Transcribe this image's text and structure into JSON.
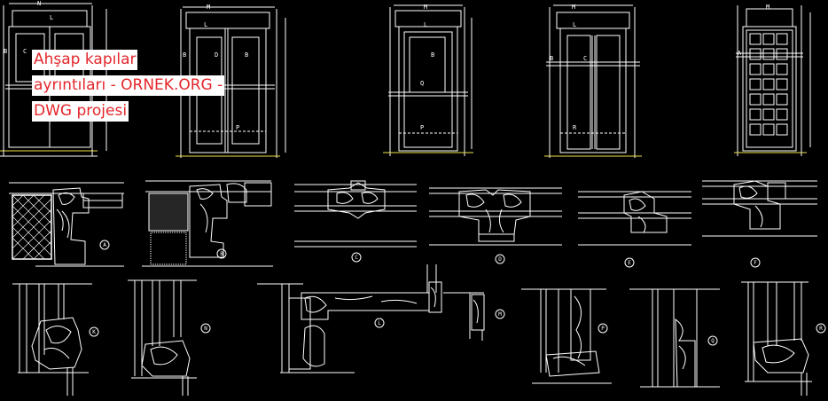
{
  "overlay": {
    "line1": "Ahşap kapılar",
    "line2": "ayrıntıları - ORNEK.ORG -",
    "line3": "DWG projesi"
  },
  "colors": {
    "background": "#000000",
    "lines": "#ffffff",
    "accent": "#f2e24a",
    "overlay_text": "#e3262b",
    "overlay_bg": "#ffffff"
  },
  "elevation_labels": {
    "e1": [
      "N",
      "L",
      "B",
      "C"
    ],
    "e2": [
      "M",
      "L",
      "B",
      "D",
      "B",
      "P"
    ],
    "e3": [
      "M",
      "L",
      "B",
      "Q",
      "P"
    ],
    "e4": [
      "M",
      "L",
      "B",
      "C",
      "R"
    ],
    "e5": [
      "M",
      "A"
    ]
  },
  "section_labels": {
    "top": [
      "A",
      "B",
      "C",
      "D",
      "E",
      "F"
    ],
    "bottom": [
      "K",
      "N",
      "L",
      "M",
      "P",
      "Q",
      "R"
    ]
  }
}
